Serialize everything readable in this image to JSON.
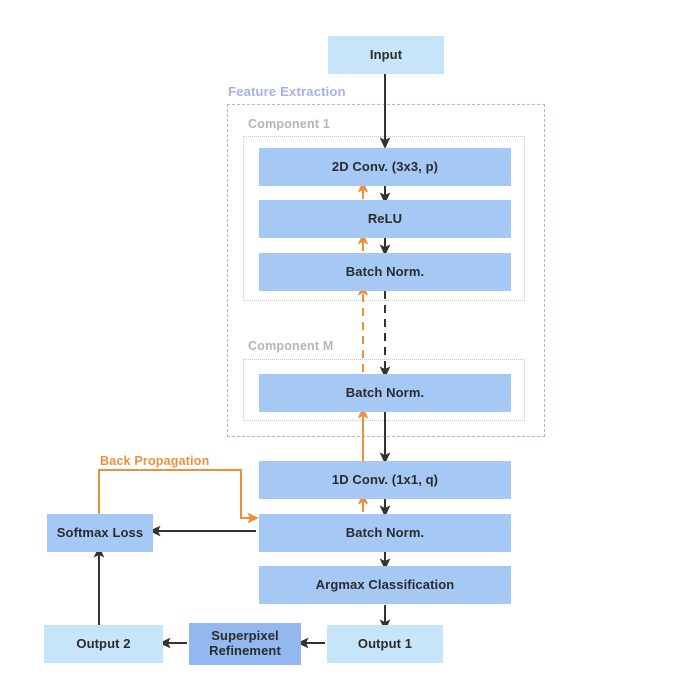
{
  "diagram": {
    "title": "CNN Segmentation Architecture Flowchart",
    "colors": {
      "light_blue": "#c6e5f8",
      "medium_blue": "#a6c8f5",
      "deep_blue": "#93b8ef",
      "orange": "#ef8f3c",
      "lavender": "#aeb6ef",
      "gray_label": "#b5b5b5",
      "arrow_black": "#333333"
    },
    "groups": {
      "feature_extraction": "Feature Extraction",
      "component_1": "Component 1",
      "component_m": "Component M"
    },
    "annotations": {
      "back_propagation": "Back Propagation"
    },
    "nodes": {
      "input": "Input",
      "conv2d": "2D Conv.  (3x3, p)",
      "relu": "ReLU",
      "batchnorm_1": "Batch Norm.",
      "batchnorm_m": "Batch Norm.",
      "conv1d": "1D Conv. (1x1, q)",
      "batchnorm_final": "Batch Norm.",
      "argmax": "Argmax Classification",
      "softmax_loss": "Softmax Loss",
      "output_1": "Output 1",
      "superpixel_refinement_line1": "Superpixel",
      "superpixel_refinement_line2": "Refinement",
      "output_2": "Output 2"
    },
    "edges": [
      {
        "name": "input-to-conv2d",
        "style": "solid",
        "color": "#333333"
      },
      {
        "name": "conv2d-to-relu",
        "style": "solid",
        "color": "#333333"
      },
      {
        "name": "relu-to-batchnorm1",
        "style": "solid",
        "color": "#333333"
      },
      {
        "name": "batchnorm1-to-componentm",
        "style": "dashed",
        "color": "#333333"
      },
      {
        "name": "batchnormm-to-conv1d",
        "style": "solid",
        "color": "#333333"
      },
      {
        "name": "conv1d-to-batchnormfinal",
        "style": "solid",
        "color": "#333333"
      },
      {
        "name": "batchnormfinal-to-argmax",
        "style": "solid",
        "color": "#333333"
      },
      {
        "name": "argmax-to-output1",
        "style": "solid",
        "color": "#333333"
      },
      {
        "name": "output1-to-superpixel",
        "style": "solid",
        "color": "#333333"
      },
      {
        "name": "superpixel-to-output2",
        "style": "solid",
        "color": "#333333"
      },
      {
        "name": "output2-to-softmaxloss",
        "style": "solid",
        "color": "#333333"
      },
      {
        "name": "batchnormfinal-to-softmaxloss",
        "style": "solid",
        "color": "#333333"
      },
      {
        "name": "backprop-softmaxloss-to-batchnormfinal",
        "style": "solid",
        "color": "#ef8f3c"
      },
      {
        "name": "backprop-gradient-chain",
        "style": "dashed-and-solid",
        "color": "#ef8f3c"
      }
    ]
  }
}
